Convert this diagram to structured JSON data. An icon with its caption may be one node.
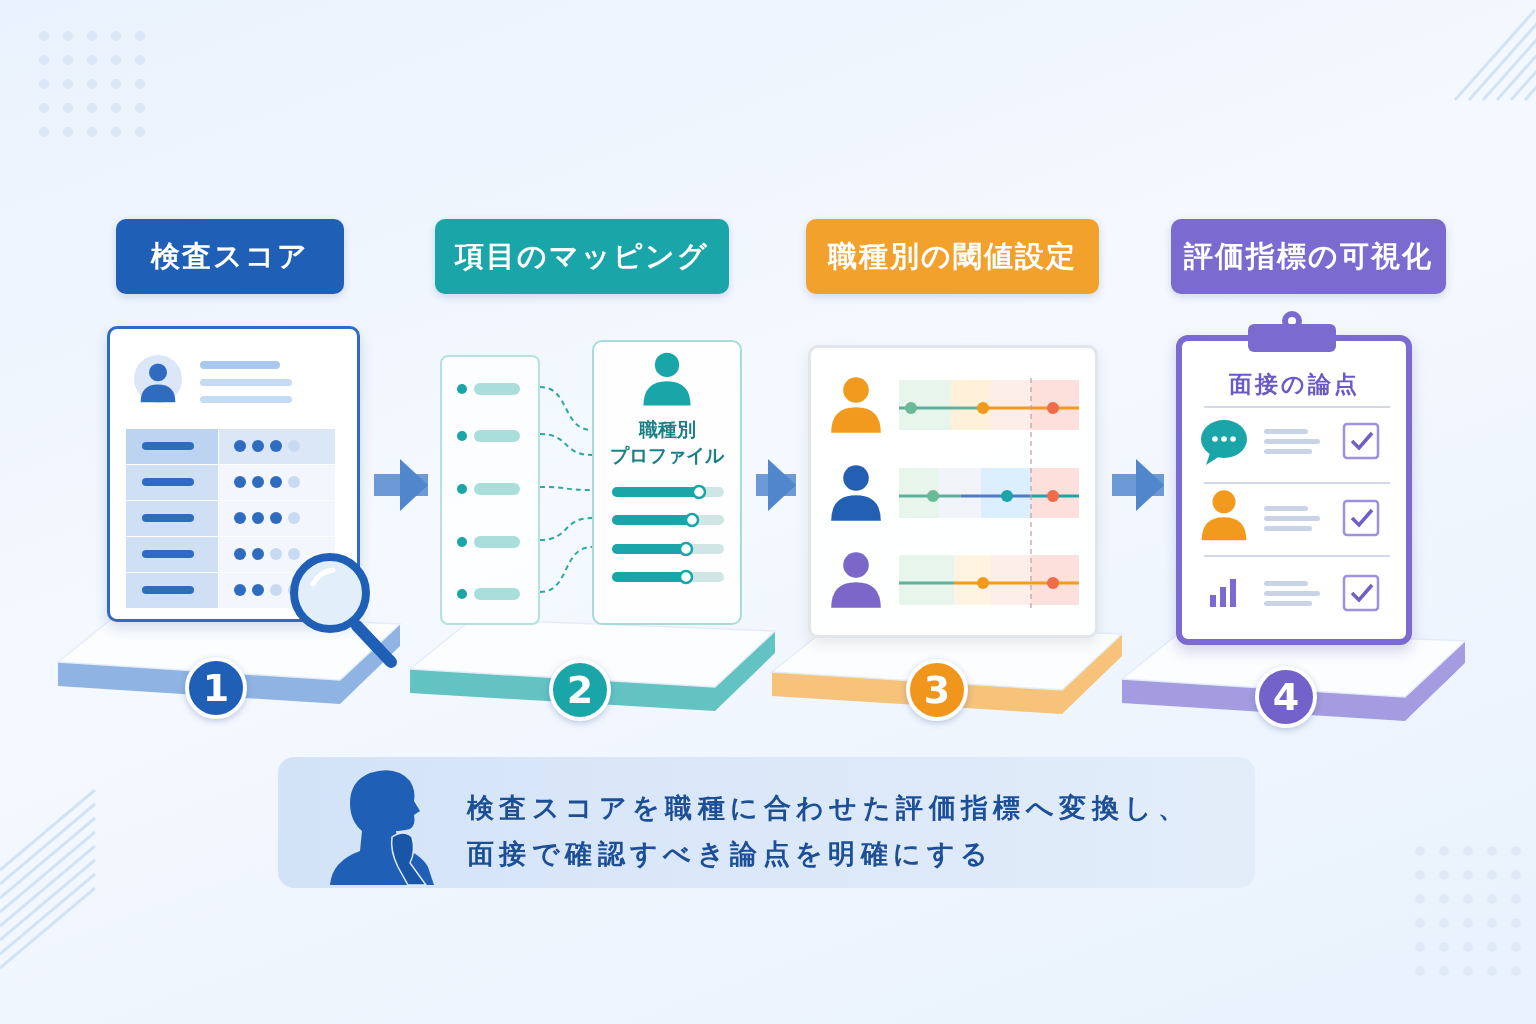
{
  "diagram": {
    "nodes": [
      {
        "text": [
          "検査スコア"
        ]
      },
      {
        "text": [
          "項目のマッピング"
        ]
      },
      {
        "text": [
          "職種別の閾値設定"
        ]
      },
      {
        "text": [
          "評価指標の可視化"
        ]
      },
      {
        "text": [],
        "shape": "picture"
      },
      {
        "text": [],
        "shape": "box"
      },
      {
        "text": [
          "職種別プロファイル"
        ]
      },
      {
        "text": [],
        "shape": "picture"
      },
      {
        "text": [
          "面接の論点"
        ]
      },
      {
        "text": [
          "検査スコアを職種に合わせた評価指標へ変換し、面接で確認すべき論点を明確にする"
        ]
      }
    ],
    "edges": [
      {
        "from": 4,
        "to": 5,
        "arrow": "to",
        "style": "thick"
      },
      {
        "from": 5,
        "to": 6,
        "arrow": "none",
        "style": "dashed",
        "color": "#2aa8a6"
      },
      {
        "from": 5,
        "to": 6,
        "arrow": "none",
        "style": "dashed",
        "color": "#2aa8a6"
      },
      {
        "from": 5,
        "to": 6,
        "arrow": "none",
        "style": "dashed",
        "color": "#2aa8a6"
      },
      {
        "from": 5,
        "to": 6,
        "arrow": "none",
        "style": "dashed",
        "color": "#2aa8a6"
      },
      {
        "from": 5,
        "to": 6,
        "arrow": "none",
        "style": "dashed",
        "color": "#2aa8a6"
      },
      {
        "from": 6,
        "to": 7,
        "arrow": "to",
        "style": "thick"
      },
      {
        "from": 7,
        "to": 8,
        "arrow": "to",
        "style": "thick"
      }
    ],
    "labels": [
      "1",
      "2",
      "3",
      "4"
    ]
  }
}
